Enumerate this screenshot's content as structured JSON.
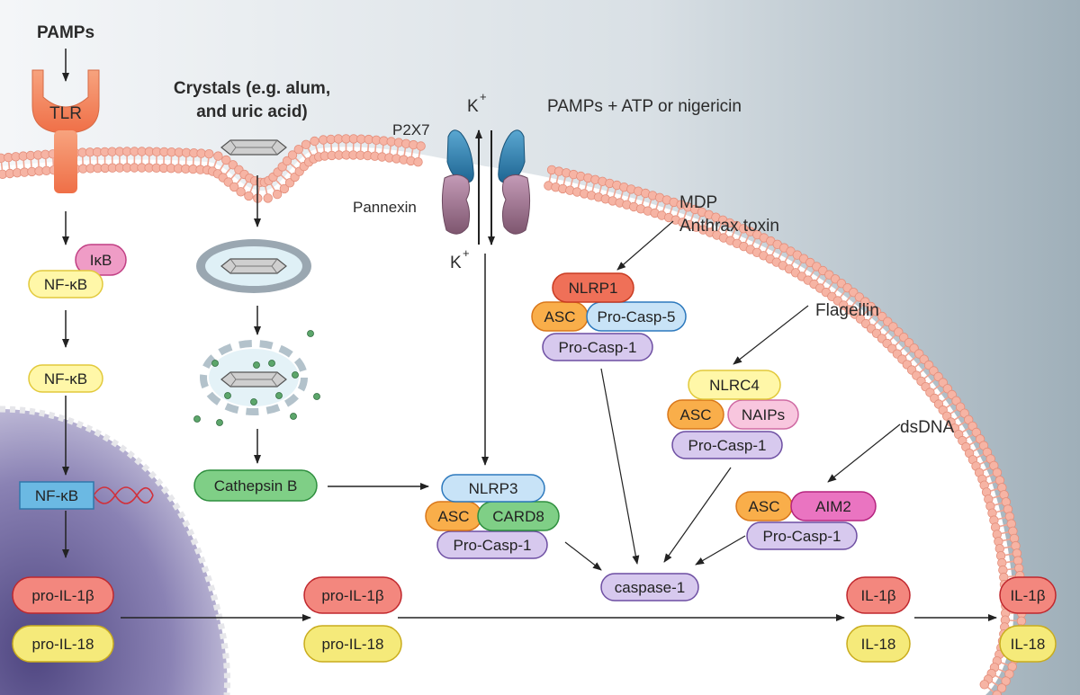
{
  "labels": {
    "pamps": "PAMPs",
    "tlr": "TLR",
    "crystals_line1": "Crystals (e.g. alum,",
    "crystals_line2": "and uric acid)",
    "k_top": "K",
    "k_bottom": "K",
    "k_superscript": "+",
    "p2x7": "P2X7",
    "pannexin": "Pannexin",
    "pamps_atp": "PAMPs + ATP or nigericin",
    "mdp": "MDP",
    "anthrax": "Anthrax toxin",
    "flagellin": "Flagellin",
    "dsdna": "dsDNA"
  },
  "pills": {
    "ikb": "IκB",
    "nfkb_1": "NF-κB",
    "nfkb_2": "NF-κB",
    "nfkb_nuc": "NF-κB",
    "cathepsin": "Cathepsin B",
    "nlrp1": "NLRP1",
    "asc_1": "ASC",
    "procasp5": "Pro-Casp-5",
    "procasp1_1": "Pro-Casp-1",
    "nlrc4": "NLRC4",
    "asc_2": "ASC",
    "naips": "NAIPs",
    "procasp1_2": "Pro-Casp-1",
    "nlrp3": "NLRP3",
    "asc_3": "ASC",
    "card8": "CARD8",
    "procasp1_3": "Pro-Casp-1",
    "asc_4": "ASC",
    "aim2": "AIM2",
    "procasp1_4": "Pro-Casp-1",
    "caspase1": "caspase-1",
    "proil1b_1": "pro-IL-1β",
    "proil18_1": "pro-IL-18",
    "proil1b_2": "pro-IL-1β",
    "proil18_2": "pro-IL-18",
    "il1b_1": "IL-1β",
    "il18_1": "IL-18",
    "il1b_2": "IL-1β",
    "il18_2": "IL-18"
  },
  "colors": {
    "extracellular": "#b9c6cf",
    "membrane": "#f6b4a4",
    "nucleus": "#7b72a4",
    "tlr": "#f2845d",
    "p2x7": "#2f7fad",
    "pannexin": "#9a6e8c"
  }
}
